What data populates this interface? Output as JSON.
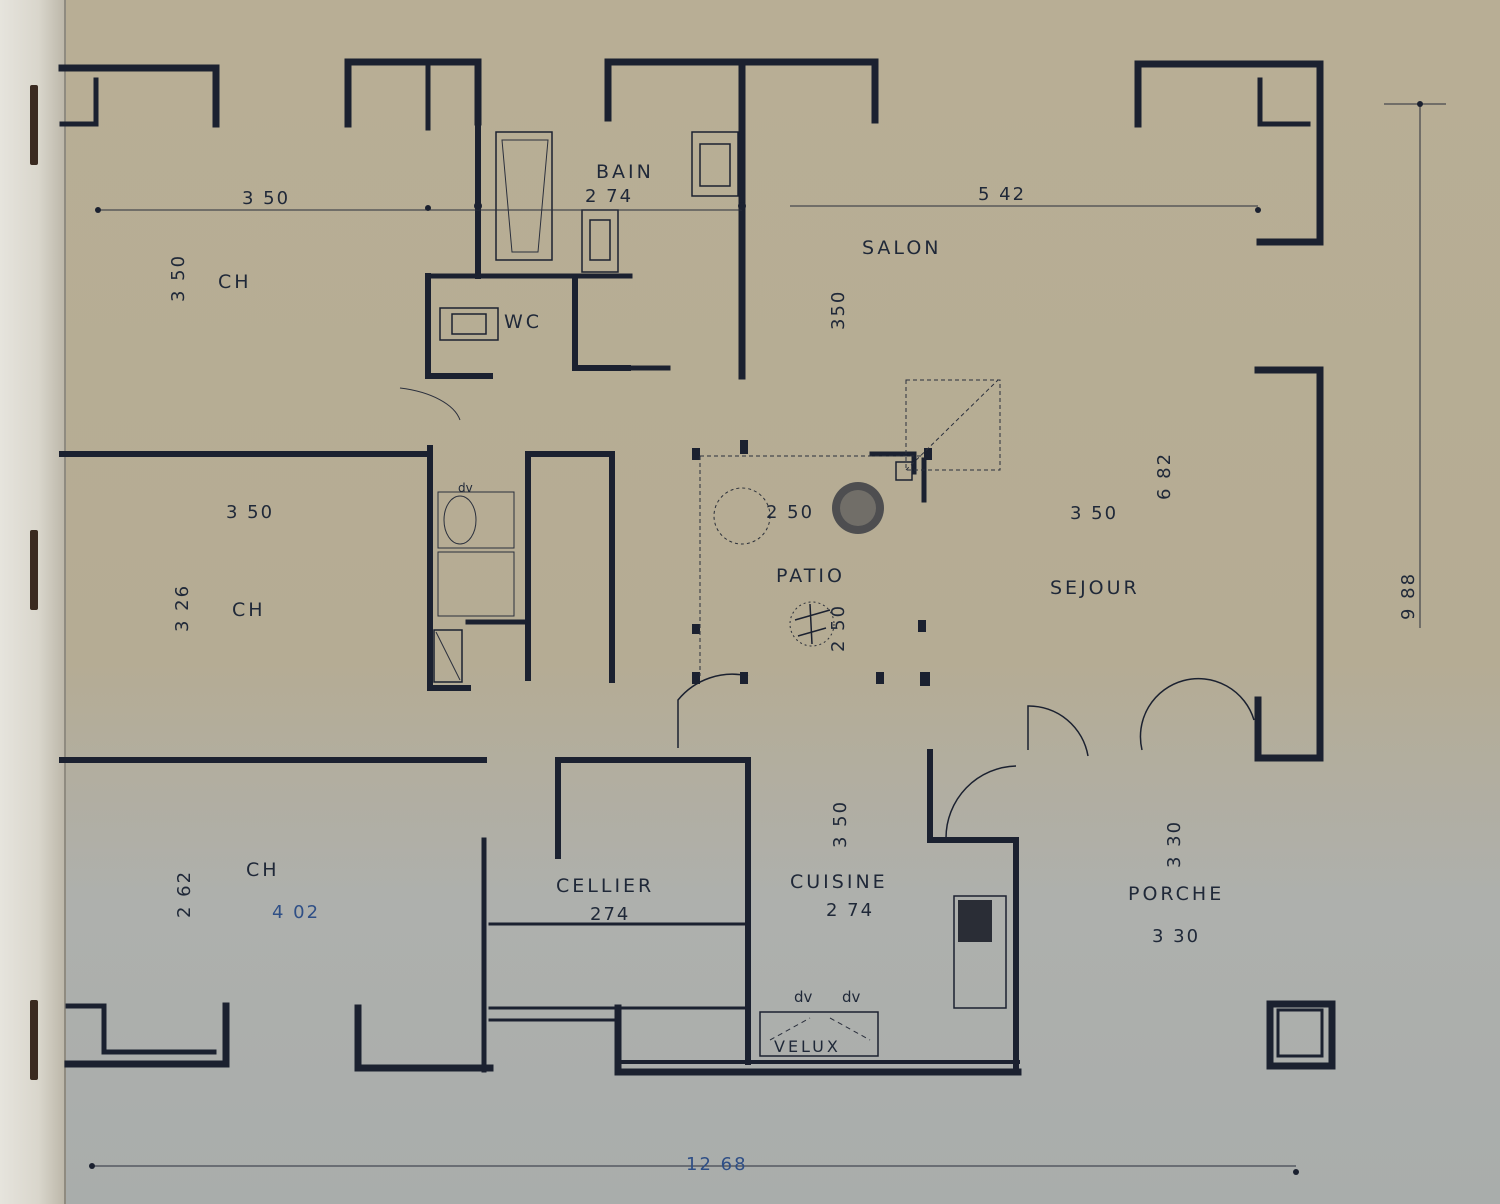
{
  "rooms": {
    "ch_1": "CH",
    "ch_2": "CH",
    "ch_3": "CH",
    "bain": "BAIN",
    "wc": "WC",
    "salon": "SALON",
    "patio": "PATIO",
    "sejour": "SEJOUR",
    "cellier": "CELLIER",
    "cuisine": "CUISINE",
    "porche": "PORCHE"
  },
  "dimensions": {
    "ch1_width": "3 50",
    "ch1_depth": "3 50",
    "bain_width": "2 74",
    "salon_width": "5 42",
    "salon_depth": "350",
    "ch2_width": "3 50",
    "ch2_depth": "3 26",
    "patio_width": "2 50",
    "patio_depth": "2 50",
    "sejour_width": "3 50",
    "sejour_depth": "6 82",
    "overall_depth": "9 88",
    "ch3_depth": "2 62",
    "ch3_width": "4 02",
    "cellier_width": "274",
    "cuisine_depth": "3 50",
    "cuisine_width": "2 74",
    "porche_depth": "3 30",
    "porche_width": "3 30",
    "overall_width": "12 68"
  },
  "fixtures": {
    "velux": "VELUX",
    "dv_left": "dv",
    "dv_right": "dv",
    "dv_bathroom": "dv"
  }
}
